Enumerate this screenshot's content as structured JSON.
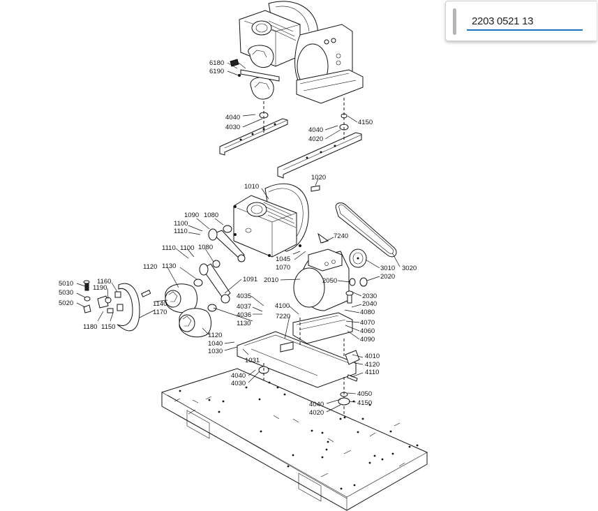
{
  "search": {
    "value": "2203 0521 13",
    "accent_color": "#1f6fbf"
  },
  "diagram": {
    "title_hidden": false,
    "callouts": {
      "c6180": "6180",
      "c6190": "6190",
      "c4040a": "4040",
      "c4030a": "4030",
      "c4150a": "4150",
      "c4040b": "4040",
      "c4020a": "4020",
      "c1020": "1020",
      "c1010": "1010",
      "c1090": "1090",
      "c1080a": "1080",
      "c1100a": "1100",
      "c1110a": "1110",
      "c7240": "7240",
      "c1110b": "1110",
      "c1100b": "1100",
      "c1080b": "1080",
      "c1045": "1045",
      "c1070": "1070",
      "c1120a": "1120",
      "c1130a": "1130",
      "c3010": "3010",
      "c3020": "3020",
      "c2020": "2020",
      "c5010": "5010",
      "c1160": "1160",
      "c1190": "1190",
      "c5030": "5030",
      "c5020": "5020",
      "c1091": "1091",
      "c2010": "2010",
      "c2050": "2050",
      "c1140": "1140",
      "c1170": "1170",
      "c1180": "1180",
      "c1150": "1150",
      "c4035": "4035",
      "c4037": "4037",
      "c4036": "4036",
      "c1130b": "1130",
      "c4100": "4100",
      "c2030": "2030",
      "c2040": "2040",
      "c4080": "4080",
      "c7220": "7220",
      "c4070": "4070",
      "c4060": "4060",
      "c4090": "4090",
      "c1120b": "1120",
      "c1040": "1040",
      "c1030": "1030",
      "c1031": "1031",
      "c4010": "4010",
      "c4120": "4120",
      "c4110": "4110",
      "c4040c": "4040",
      "c4030b": "4030",
      "c4050": "4050",
      "c4040d": "4040",
      "c4150b": "4150",
      "c4020b": "4020"
    }
  }
}
